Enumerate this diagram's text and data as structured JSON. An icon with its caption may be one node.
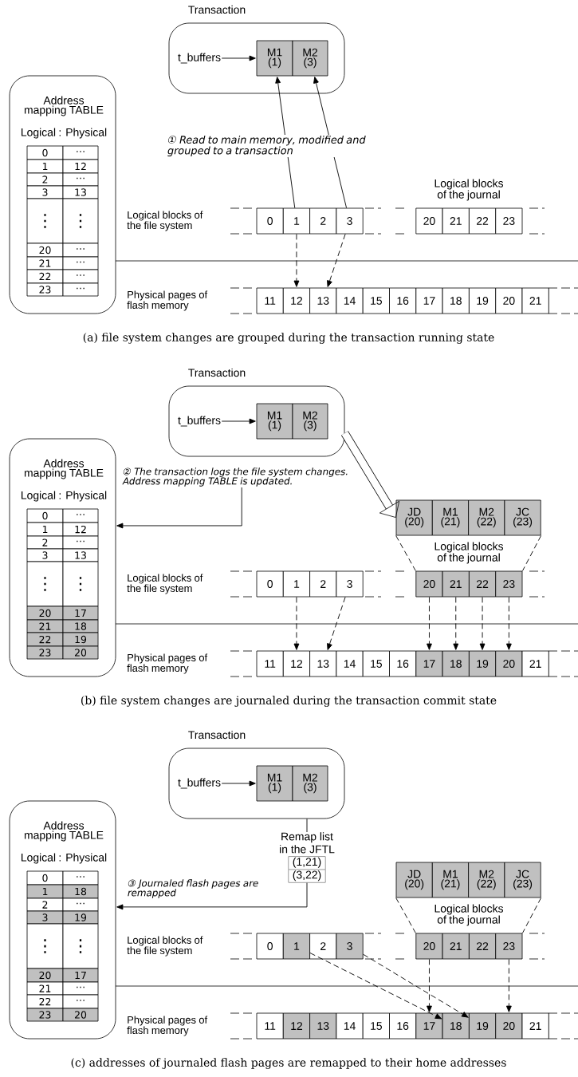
{
  "diagram": {
    "nodes": [
      {
        "text": [
          "Transaction"
        ]
      },
      {
        "text": [
          "t_buffers"
        ],
        "in": 0
      },
      {
        "text": [
          "M1 (1)"
        ],
        "in": 0
      },
      {
        "text": [
          "M2 (3)"
        ],
        "in": 0
      },
      {
        "text": [
          "Address mapping TABLE",
          "Logical : Physical"
        ]
      },
      {
        "text": [
          "0"
        ],
        "in": 4
      },
      {
        "text": [
          "⋯"
        ],
        "in": 4
      },
      {
        "text": [
          "1"
        ],
        "in": 4
      },
      {
        "text": [
          "12"
        ],
        "in": 4
      },
      {
        "text": [
          "2"
        ],
        "in": 4
      },
      {
        "text": [
          "⋯"
        ],
        "in": 4
      },
      {
        "text": [
          "3"
        ],
        "in": 4
      },
      {
        "text": [
          "13"
        ],
        "in": 4
      },
      {
        "text": [
          "⋮"
        ],
        "in": 4
      },
      {
        "text": [
          "⋮"
        ],
        "in": 4
      },
      {
        "text": [
          "20"
        ],
        "in": 4
      },
      {
        "text": [
          "⋯"
        ],
        "in": 4
      },
      {
        "text": [
          "21"
        ],
        "in": 4
      },
      {
        "text": [
          "⋯"
        ],
        "in": 4
      },
      {
        "text": [
          "22"
        ],
        "in": 4
      },
      {
        "text": [
          "⋯"
        ],
        "in": 4
      },
      {
        "text": [
          "23"
        ],
        "in": 4
      },
      {
        "text": [
          "⋯"
        ],
        "in": 4
      },
      {
        "text": [
          "0"
        ]
      },
      {
        "text": [
          "1"
        ]
      },
      {
        "text": [
          "2"
        ]
      },
      {
        "text": [
          "3"
        ]
      },
      {
        "text": [
          "20"
        ]
      },
      {
        "text": [
          "21"
        ]
      },
      {
        "text": [
          "22"
        ]
      },
      {
        "text": [
          "23"
        ]
      },
      {
        "text": [
          "11"
        ]
      },
      {
        "text": [
          "12"
        ]
      },
      {
        "text": [
          "13"
        ]
      },
      {
        "text": [
          "14"
        ]
      },
      {
        "text": [
          "15"
        ]
      },
      {
        "text": [
          "16"
        ]
      },
      {
        "text": [
          "17"
        ]
      },
      {
        "text": [
          "18"
        ]
      },
      {
        "text": [
          "19"
        ]
      },
      {
        "text": [
          "20"
        ]
      },
      {
        "text": [
          "21"
        ]
      },
      {
        "text": [
          "Transaction"
        ]
      },
      {
        "text": [
          "t_buffers"
        ],
        "in": 42
      },
      {
        "text": [
          "M1 (1)"
        ],
        "in": 42
      },
      {
        "text": [
          "M2 (3)"
        ],
        "in": 42
      },
      {
        "text": [
          "② The transaction logs the file system changes. Address mapping TABLE is updated."
        ]
      },
      {
        "text": [
          "JD (20)"
        ]
      },
      {
        "text": [
          "M1 (21)"
        ]
      },
      {
        "text": [
          "M2 (22)"
        ]
      },
      {
        "text": [
          "JC (23)"
        ]
      },
      {
        "text": [
          "Address mapping TABLE",
          "Logical : Physical"
        ]
      },
      {
        "text": [
          "0"
        ],
        "in": 51
      },
      {
        "text": [
          "⋯"
        ],
        "in": 51
      },
      {
        "text": [
          "1"
        ],
        "in": 51
      },
      {
        "text": [
          "12"
        ],
        "in": 51
      },
      {
        "text": [
          "2"
        ],
        "in": 51
      },
      {
        "text": [
          "⋯"
        ],
        "in": 51
      },
      {
        "text": [
          "3"
        ],
        "in": 51
      },
      {
        "text": [
          "13"
        ],
        "in": 51
      },
      {
        "text": [
          "⋮"
        ],
        "in": 51
      },
      {
        "text": [
          "⋮"
        ],
        "in": 51
      },
      {
        "text": [
          "20"
        ],
        "in": 51
      },
      {
        "text": [
          "17"
        ],
        "in": 51
      },
      {
        "text": [
          "21"
        ],
        "in": 51
      },
      {
        "text": [
          "18"
        ],
        "in": 51
      },
      {
        "text": [
          "22"
        ],
        "in": 51
      },
      {
        "text": [
          "19"
        ],
        "in": 51
      },
      {
        "text": [
          "23"
        ],
        "in": 51
      },
      {
        "text": [
          "20"
        ],
        "in": 51
      },
      {
        "text": [
          "0"
        ]
      },
      {
        "text": [
          "1"
        ]
      },
      {
        "text": [
          "2"
        ]
      },
      {
        "text": [
          "3"
        ]
      },
      {
        "text": [
          "20"
        ]
      },
      {
        "text": [
          "21"
        ]
      },
      {
        "text": [
          "22"
        ]
      },
      {
        "text": [
          "23"
        ]
      },
      {
        "text": [
          "11"
        ]
      },
      {
        "text": [
          "12"
        ]
      },
      {
        "text": [
          "13"
        ]
      },
      {
        "text": [
          "14"
        ]
      },
      {
        "text": [
          "15"
        ]
      },
      {
        "text": [
          "16"
        ]
      },
      {
        "text": [
          "17"
        ]
      },
      {
        "text": [
          "18"
        ]
      },
      {
        "text": [
          "19"
        ]
      },
      {
        "text": [
          "20"
        ]
      },
      {
        "text": [
          "21"
        ]
      },
      {
        "text": [
          "Transaction"
        ]
      },
      {
        "text": [
          "t_buffers"
        ],
        "in": 89
      },
      {
        "text": [
          "M1 (1)"
        ],
        "in": 89
      },
      {
        "text": [
          "M2 (3)"
        ],
        "in": 89
      },
      {
        "text": [
          "Remap list in the JFTL",
          "(1,21)",
          "(3,22)"
        ]
      },
      {
        "text": [
          "JD (20)"
        ]
      },
      {
        "text": [
          "M1 (21)"
        ]
      },
      {
        "text": [
          "M2 (22)"
        ]
      },
      {
        "text": [
          "JC (23)"
        ]
      },
      {
        "text": [
          "Address mapping TABLE",
          "Logical : Physical"
        ]
      },
      {
        "text": [
          "0"
        ],
        "in": 98
      },
      {
        "text": [
          "⋯"
        ],
        "in": 98
      },
      {
        "text": [
          "1"
        ],
        "in": 98
      },
      {
        "text": [
          "18"
        ],
        "in": 98
      },
      {
        "text": [
          "2"
        ],
        "in": 98
      },
      {
        "text": [
          "⋯"
        ],
        "in": 98
      },
      {
        "text": [
          "3"
        ],
        "in": 98
      },
      {
        "text": [
          "19"
        ],
        "in": 98
      },
      {
        "text": [
          "⋮"
        ],
        "in": 98
      },
      {
        "text": [
          "⋮"
        ],
        "in": 98
      },
      {
        "text": [
          "20"
        ],
        "in": 98
      },
      {
        "text": [
          "17"
        ],
        "in": 98
      },
      {
        "text": [
          "21"
        ],
        "in": 98
      },
      {
        "text": [
          "⋯"
        ],
        "in": 98
      },
      {
        "text": [
          "22"
        ],
        "in": 98
      },
      {
        "text": [
          "⋯"
        ],
        "in": 98
      },
      {
        "text": [
          "23"
        ],
        "in": 98
      },
      {
        "text": [
          "20"
        ],
        "in": 98
      },
      {
        "text": [
          "0"
        ]
      },
      {
        "text": [
          "1"
        ]
      },
      {
        "text": [
          "2"
        ]
      },
      {
        "text": [
          "3"
        ]
      },
      {
        "text": [
          "20"
        ]
      },
      {
        "text": [
          "21"
        ]
      },
      {
        "text": [
          "22"
        ]
      },
      {
        "text": [
          "23"
        ]
      },
      {
        "text": [
          "11"
        ]
      },
      {
        "text": [
          "12"
        ]
      },
      {
        "text": [
          "13"
        ]
      },
      {
        "text": [
          "14"
        ]
      },
      {
        "text": [
          "15"
        ]
      },
      {
        "text": [
          "16"
        ]
      },
      {
        "text": [
          "17"
        ]
      },
      {
        "text": [
          "18"
        ]
      },
      {
        "text": [
          "19"
        ]
      },
      {
        "text": [
          "20"
        ]
      },
      {
        "text": [
          "21"
        ]
      }
    ],
    "edges": [
      {
        "from": 1,
        "to": 2,
        "arrow": "to"
      },
      {
        "from": 24,
        "to": 2,
        "arrow": "to"
      },
      {
        "from": 26,
        "to": 3,
        "arrow": "to"
      },
      {
        "from": 24,
        "to": 32,
        "arrow": "to",
        "style": "dashed"
      },
      {
        "from": 26,
        "to": 33,
        "arrow": "to",
        "style": "dashed"
      },
      {
        "from": 43,
        "to": 44,
        "arrow": "to"
      },
      {
        "from": 42,
        "to": 47,
        "arrow": "to",
        "style": "thick"
      },
      {
        "from": 46,
        "to": 51,
        "arrow": "to"
      },
      {
        "from": 71,
        "to": 79,
        "arrow": "to",
        "style": "dashed"
      },
      {
        "from": 73,
        "to": 80,
        "arrow": "to",
        "style": "dashed"
      },
      {
        "from": 74,
        "to": 84,
        "arrow": "to",
        "style": "dashed"
      },
      {
        "from": 75,
        "to": 85,
        "arrow": "to",
        "style": "dashed"
      },
      {
        "from": 76,
        "to": 86,
        "arrow": "to",
        "style": "dashed"
      },
      {
        "from": 77,
        "to": 87,
        "arrow": "to",
        "style": "dashed"
      },
      {
        "from": 90,
        "to": 91,
        "arrow": "to"
      },
      {
        "from": 89,
        "to": 93,
        "arrow": "none"
      },
      {
        "from": 93,
        "to": 98,
        "arrow": "to",
        "label": "③ Journaled flash pages are remapped"
      },
      {
        "from": 118,
        "to": 132,
        "arrow": "to",
        "style": "dashed"
      },
      {
        "from": 120,
        "to": 133,
        "arrow": "to",
        "style": "dashed"
      },
      {
        "from": 121,
        "to": 131,
        "arrow": "to",
        "style": "dashed"
      },
      {
        "from": 124,
        "to": 134,
        "arrow": "to",
        "style": "dashed"
      },
      {
        "from": 47,
        "to": 74,
        "arrow": "none",
        "style": "dashed"
      },
      {
        "from": 50,
        "to": 77,
        "arrow": "none",
        "style": "dashed"
      },
      {
        "from": 94,
        "to": 121,
        "arrow": "none",
        "style": "dashed"
      },
      {
        "from": 97,
        "to": 124,
        "arrow": "none",
        "style": "dashed"
      }
    ],
    "labels": [
      "① Read to main memory, modified and grouped to a transaction",
      "Logical blocks of the journal",
      "Logical blocks of the file system",
      "Physical pages of flash memory",
      "(a) file system changes are grouped during the transaction running state",
      "Logical blocks of the journal",
      "Logical blocks of the file system",
      "Physical pages of flash memory",
      "(b) file system changes are journaled during the transaction commit state",
      "Logical blocks of the journal",
      "Logical blocks of the file system",
      "Physical pages of flash memory",
      "(c) addresses of journaled flash pages are remapped to their home addresses"
    ]
  }
}
